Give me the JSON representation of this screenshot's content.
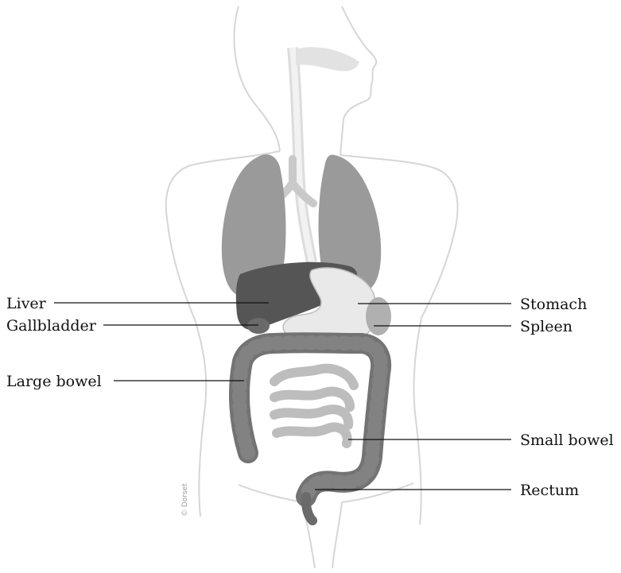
{
  "labels": {
    "liver": "Liver",
    "gallbladder": "Gallbladder",
    "large_bowel": "Large bowel",
    "stomach": "Stomach",
    "spleen": "Spleen",
    "small_bowel": "Small bowel",
    "rectum": "Rectum"
  },
  "credit": "© Dorset",
  "colors": {
    "outline": "#d6d6d6",
    "lungs": "#9a9a9a",
    "liver": "#555555",
    "stomach": "#e9e9e9",
    "bowel": "#737373",
    "small_bowel": "#bdbdbd"
  }
}
